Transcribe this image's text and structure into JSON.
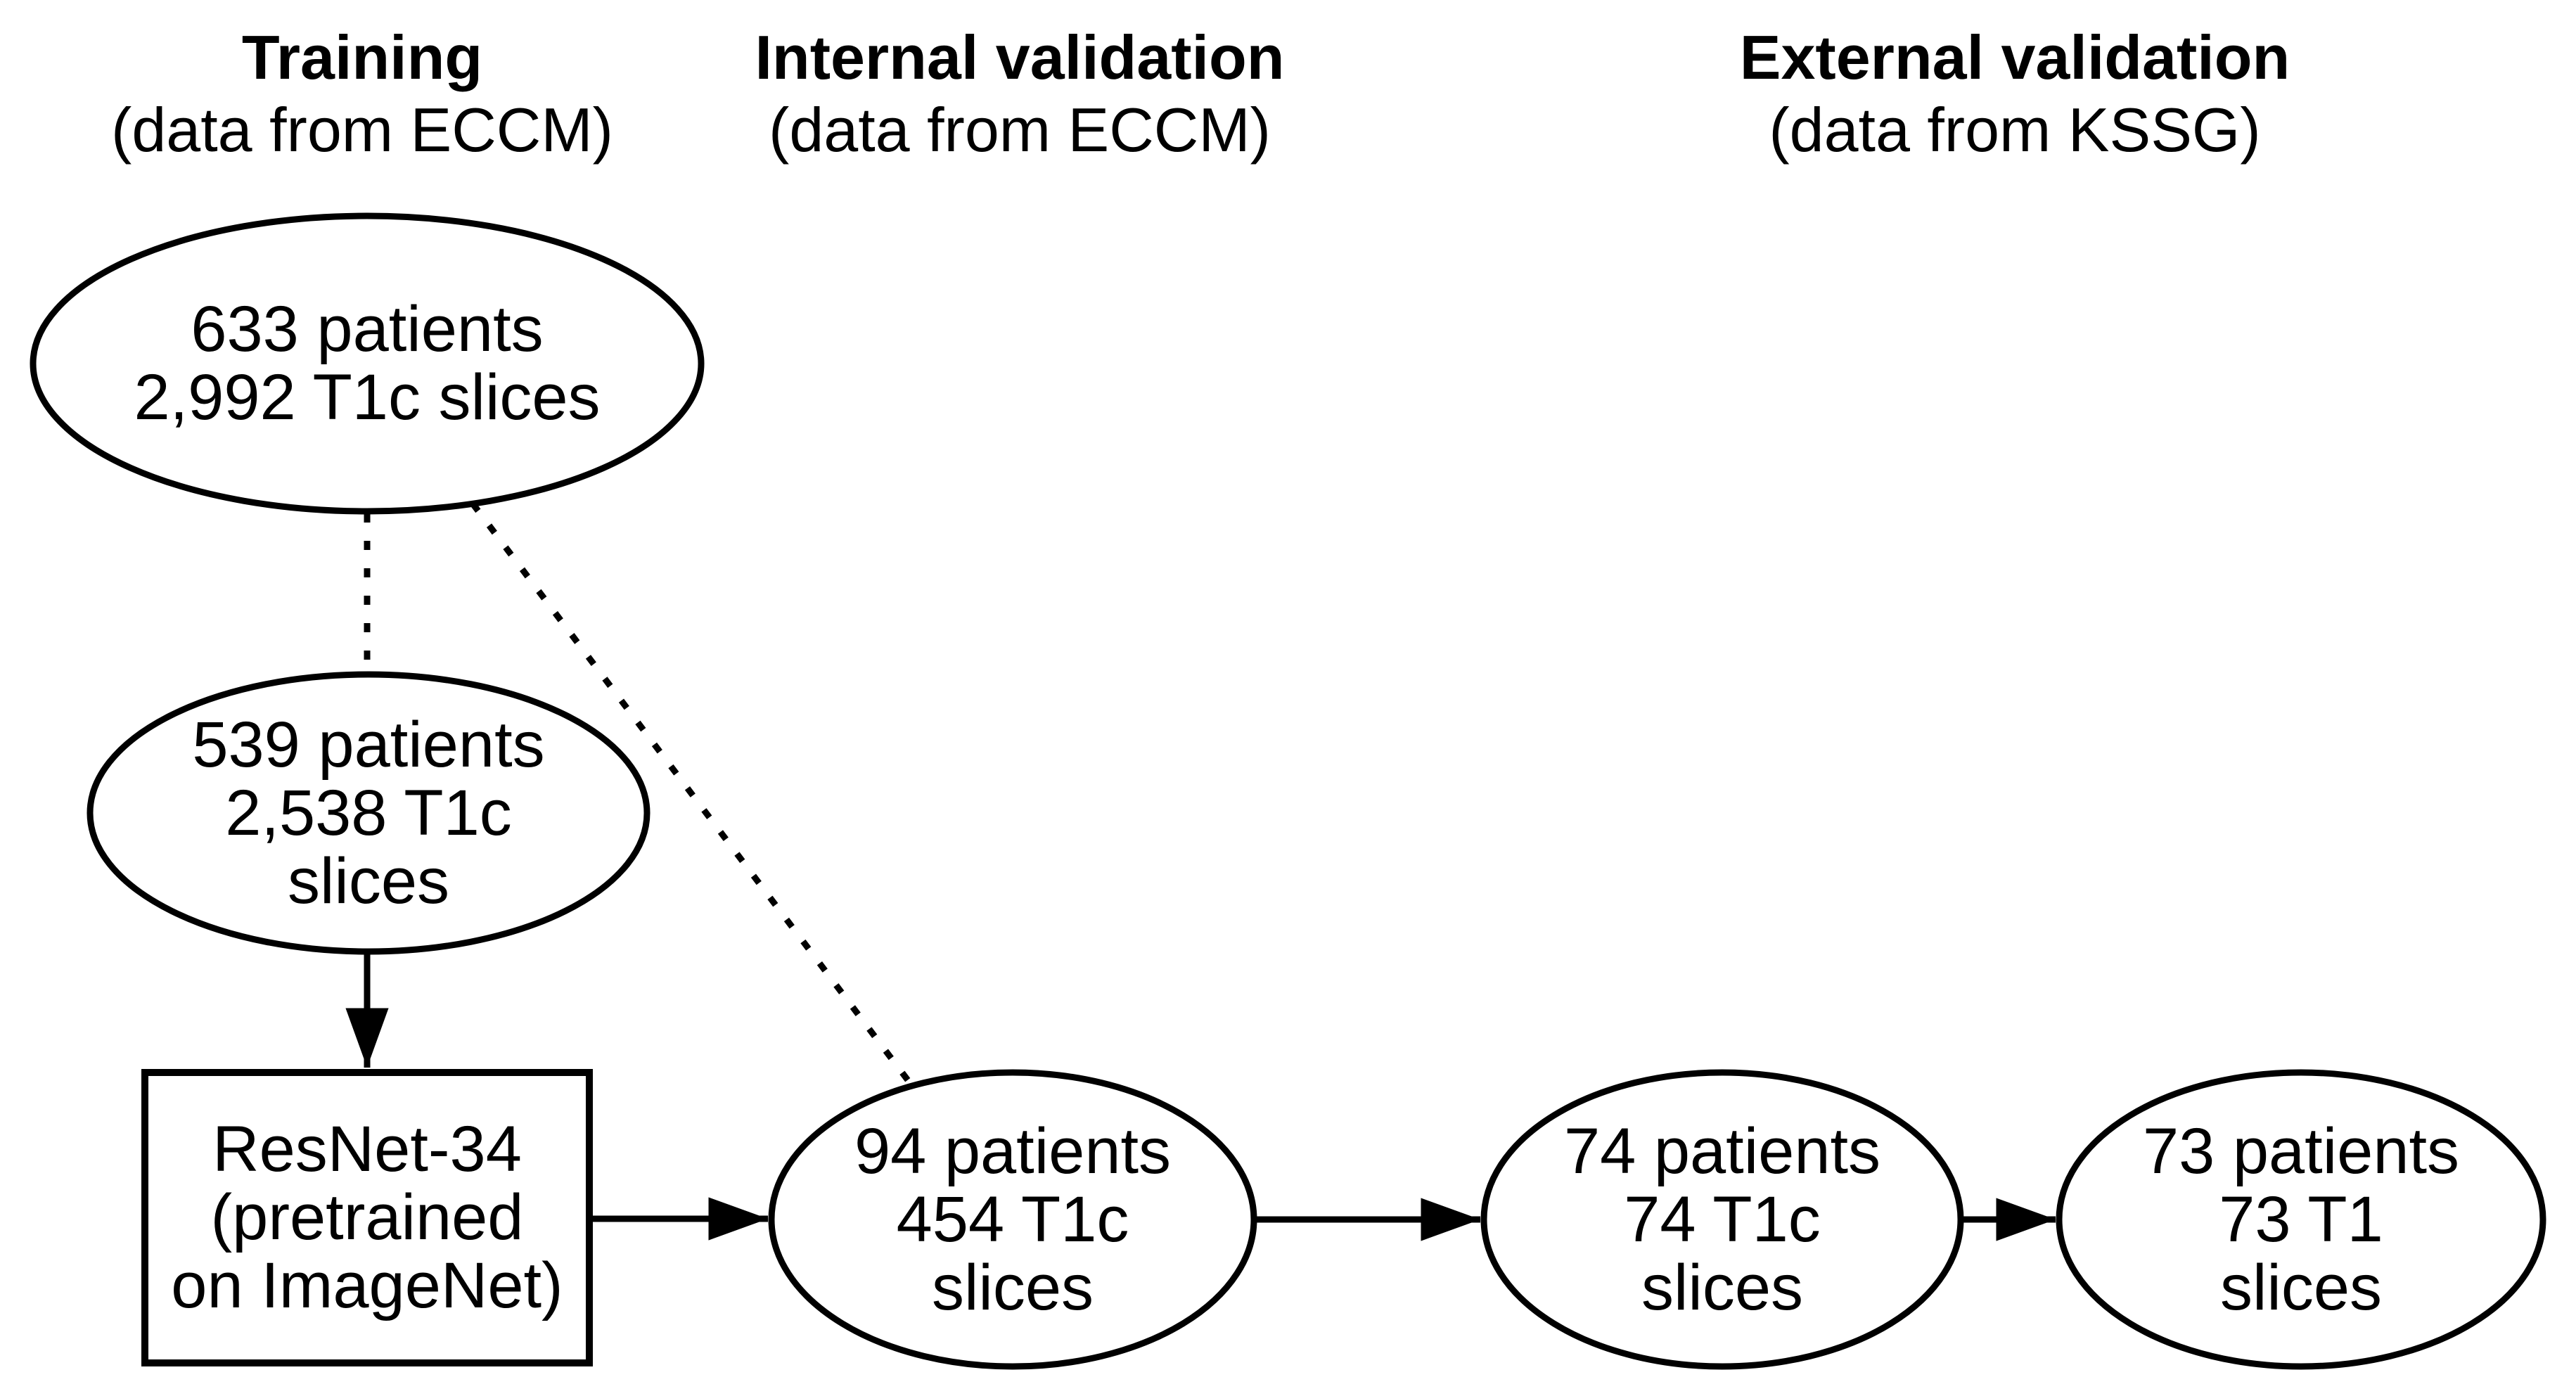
{
  "figure": {
    "background": "#ffffff",
    "stroke_color": "#000000",
    "text_color": "#000000"
  },
  "columns": [
    {
      "title": "Training",
      "subtitle": "(data from ECCM)"
    },
    {
      "title": "Internal validation",
      "subtitle": "(data from ECCM)"
    },
    {
      "title": "External validation",
      "subtitle": "(data from KSSG)"
    }
  ],
  "nodes": {
    "training_cohort": {
      "shape": "ellipse",
      "line1": "633 patients",
      "line2": "2,992 T1c slices"
    },
    "training_subset": {
      "shape": "ellipse",
      "line1": "539 patients",
      "line2": "2,538 T1c",
      "line3": "slices"
    },
    "model": {
      "shape": "rectangle",
      "line1": "ResNet-34",
      "line2": "(pretrained",
      "line3": "on ImageNet)"
    },
    "internal_cohort": {
      "shape": "ellipse",
      "line1": "94 patients",
      "line2": "454 T1c",
      "line3": "slices"
    },
    "external_cohort_t1c": {
      "shape": "ellipse",
      "line1": "74 patients",
      "line2": "74 T1c",
      "line3": "slices"
    },
    "external_cohort_t1": {
      "shape": "ellipse",
      "line1": "73 patients",
      "line2": "73 T1",
      "line3": "slices"
    }
  },
  "edges": [
    {
      "from": "training_cohort",
      "to": "training_subset",
      "style": "dotted",
      "arrow": false
    },
    {
      "from": "training_cohort",
      "to": "internal_cohort",
      "style": "dotted",
      "arrow": false
    },
    {
      "from": "training_subset",
      "to": "model",
      "style": "solid",
      "arrow": true
    },
    {
      "from": "model",
      "to": "internal_cohort",
      "style": "solid",
      "arrow": true
    },
    {
      "from": "internal_cohort",
      "to": "external_cohort_t1c",
      "style": "solid",
      "arrow": true
    },
    {
      "from": "external_cohort_t1c",
      "to": "external_cohort_t1",
      "style": "solid",
      "arrow": true
    }
  ]
}
